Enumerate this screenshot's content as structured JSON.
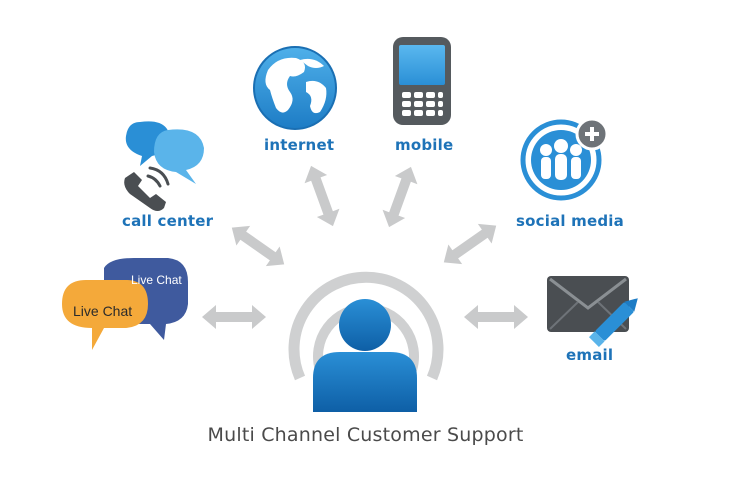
{
  "caption": "Multi Channel Customer Support",
  "channels": {
    "internet": "internet",
    "mobile": "mobile",
    "call_center": "call center",
    "social_media": "social media",
    "email": "email"
  },
  "live_chat": {
    "front": "Live Chat",
    "back": "Live Chat"
  },
  "colors": {
    "label_blue": "#1e73b8",
    "icon_blue": "#2a8fd6",
    "arrow_gray": "#c9cacb",
    "ring_gray": "#cfd0d1",
    "chat_orange": "#f4a93a",
    "chat_navy": "#3f5a9e"
  }
}
